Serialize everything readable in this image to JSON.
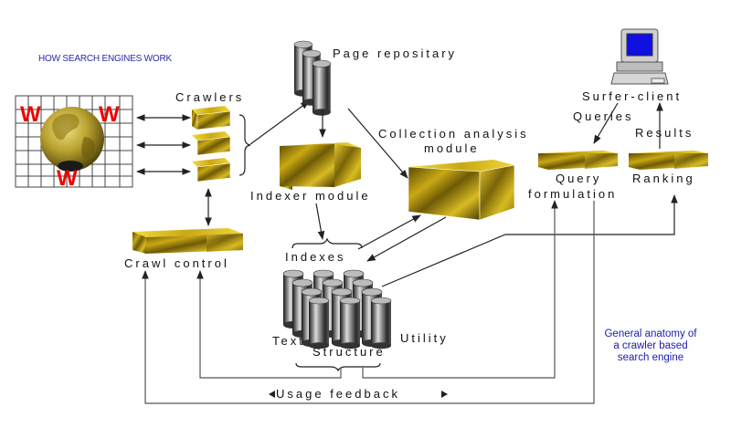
{
  "title": "HOW SEARCH ENGINES WORK",
  "caption": [
    "General anatomy of",
    "a crawler based",
    "search engine"
  ],
  "web_letter": "W",
  "labels": {
    "crawlers": "Crawlers",
    "page_repository": "Page repositary",
    "collection_analysis": [
      "Collection analysis",
      "module"
    ],
    "indexer_module": "Indexer module",
    "crawl_control": "Crawl control",
    "indexes": "Indexes",
    "text": "Text",
    "structure": "Structure",
    "utility": "Utility",
    "surfer_client": "Surfer-client",
    "queries": "Queries",
    "results": "Results",
    "query_formulation": [
      "Query",
      "formulation"
    ],
    "ranking": "Ranking",
    "usage_feedback": "Usage feedback"
  },
  "colors": {
    "title": "#2a2aa8",
    "caption": "#1a1ab4",
    "gold": "#b89a10",
    "web_letter": "#ee0000",
    "screen": "#1010e0"
  }
}
